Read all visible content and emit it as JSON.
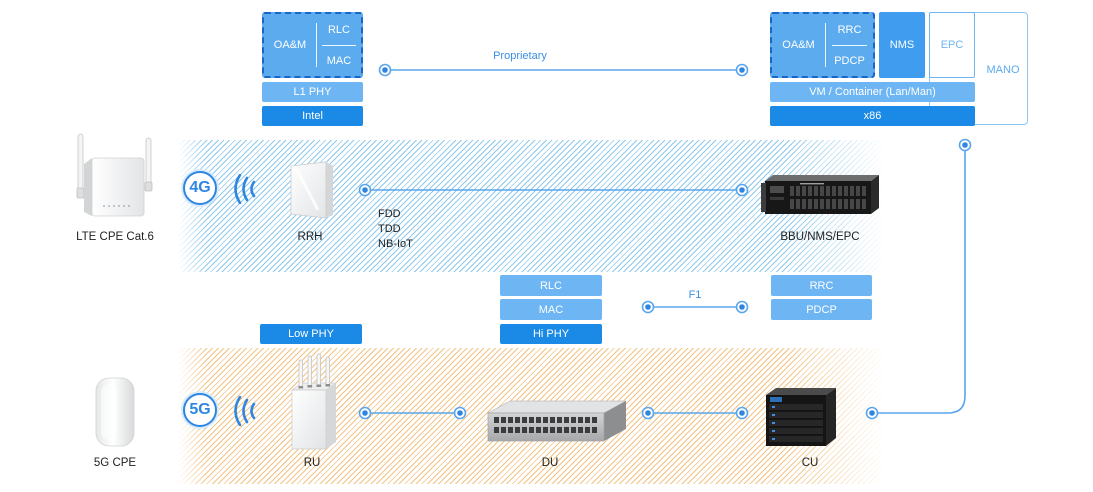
{
  "colors": {
    "accent": "#1a8ae6",
    "light": "#6db6f3",
    "mid": "#3f9cef",
    "link": "#5aa6ec",
    "band_4g": "#8fc9ec",
    "band_5g": "#f3c384"
  },
  "edge_stack": {
    "oam": "OA&M",
    "rlc": "RLC",
    "mac": "MAC",
    "l1_phy": "L1 PHY",
    "platform": "Intel"
  },
  "proprietary_link": {
    "label": "Proprietary"
  },
  "core_stack": {
    "oam": "OA&M",
    "rrc": "RRC",
    "pdcp": "PDCP",
    "nms": "NMS",
    "epc": "EPC",
    "mano": "MANO",
    "virtualization": "VM / Container (Lan/Man)",
    "platform": "x86"
  },
  "lte": {
    "badge": "4G",
    "cpe_label": "LTE CPE Cat.6",
    "rrh_label": "RRH",
    "duplex_modes": [
      "FDD",
      "TDD",
      "NB-IoT"
    ],
    "bbu_label": "BBU/NMS/EPC"
  },
  "split": {
    "ru_layers": [
      "Low PHY"
    ],
    "du_layers": [
      "RLC",
      "MAC",
      "Hi PHY"
    ],
    "f1_label": "F1",
    "cu_layers": [
      "RRC",
      "PDCP"
    ]
  },
  "nr": {
    "badge": "5G",
    "cpe_label": "5G CPE",
    "ru_label": "RU",
    "du_label": "DU",
    "cu_label": "CU"
  }
}
